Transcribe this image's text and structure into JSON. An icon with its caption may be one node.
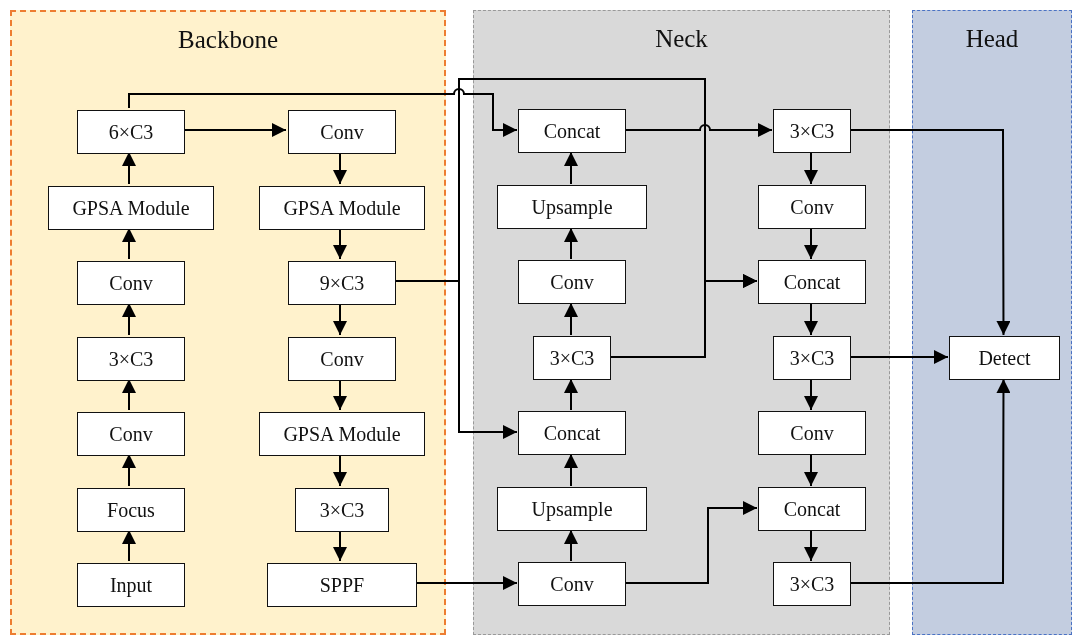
{
  "diagram": {
    "nodes": [
      {
        "text": [
          "Backbone"
        ]
      },
      {
        "text": [
          "Neck"
        ]
      },
      {
        "text": [
          "Head"
        ]
      },
      {
        "text": [
          "6×C3"
        ],
        "in": 0
      },
      {
        "text": [
          "Conv"
        ],
        "in": 0
      },
      {
        "text": [
          "Concat"
        ],
        "in": 1
      },
      {
        "text": [
          "3×C3"
        ],
        "in": 1
      },
      {
        "text": [
          "GPSA Module"
        ],
        "in": 0
      },
      {
        "text": [
          "GPSA Module"
        ],
        "in": 0
      },
      {
        "text": [
          "Upsample"
        ],
        "in": 1
      },
      {
        "text": [
          "Conv"
        ],
        "in": 1
      },
      {
        "text": [
          "Conv"
        ],
        "in": 0
      },
      {
        "text": [
          "9×C3"
        ],
        "in": 0
      },
      {
        "text": [
          "Conv"
        ],
        "in": 1
      },
      {
        "text": [
          "Concat"
        ],
        "in": 1
      },
      {
        "text": [
          "3×C3"
        ],
        "in": 0
      },
      {
        "text": [
          "Conv"
        ],
        "in": 0
      },
      {
        "text": [
          "3×C3"
        ],
        "in": 1
      },
      {
        "text": [
          "3×C3"
        ],
        "in": 1
      },
      {
        "text": [
          "Detect"
        ],
        "in": 2
      },
      {
        "text": [
          "Conv"
        ],
        "in": 0
      },
      {
        "text": [
          "GPSA Module"
        ],
        "in": 0
      },
      {
        "text": [
          "Concat"
        ],
        "in": 1
      },
      {
        "text": [
          "Conv"
        ],
        "in": 1
      },
      {
        "text": [
          "Focus"
        ],
        "in": 0
      },
      {
        "text": [
          "3×C3"
        ],
        "in": 0
      },
      {
        "text": [
          "Upsample"
        ],
        "in": 1
      },
      {
        "text": [
          "Concat"
        ],
        "in": 1
      },
      {
        "text": [
          "Input"
        ],
        "in": 0
      },
      {
        "text": [
          "SPPF"
        ],
        "in": 0
      },
      {
        "text": [
          "Conv"
        ],
        "in": 1
      },
      {
        "text": [
          "3×C3"
        ],
        "in": 1
      }
    ],
    "edges": [
      {
        "from": 28,
        "to": 24,
        "arrow": "to"
      },
      {
        "from": 24,
        "to": 20,
        "arrow": "to"
      },
      {
        "from": 20,
        "to": 15,
        "arrow": "to"
      },
      {
        "from": 15,
        "to": 11,
        "arrow": "to"
      },
      {
        "from": 11,
        "to": 7,
        "arrow": "to"
      },
      {
        "from": 7,
        "to": 3,
        "arrow": "to"
      },
      {
        "from": 3,
        "to": 4,
        "arrow": "to"
      },
      {
        "from": 4,
        "to": 8,
        "arrow": "to"
      },
      {
        "from": 8,
        "to": 12,
        "arrow": "to"
      },
      {
        "from": 12,
        "to": 16,
        "arrow": "to"
      },
      {
        "from": 16,
        "to": 21,
        "arrow": "to"
      },
      {
        "from": 21,
        "to": 25,
        "arrow": "to"
      },
      {
        "from": 25,
        "to": 29,
        "arrow": "to"
      },
      {
        "from": 29,
        "to": 30,
        "arrow": "to"
      },
      {
        "from": 30,
        "to": 26,
        "arrow": "to"
      },
      {
        "from": 26,
        "to": 22,
        "arrow": "to"
      },
      {
        "from": 22,
        "to": 17,
        "arrow": "to"
      },
      {
        "from": 17,
        "to": 13,
        "arrow": "to"
      },
      {
        "from": 13,
        "to": 9,
        "arrow": "to"
      },
      {
        "from": 9,
        "to": 5,
        "arrow": "to"
      },
      {
        "from": 3,
        "to": 5,
        "arrow": "to"
      },
      {
        "from": 12,
        "to": 22,
        "arrow": "to"
      },
      {
        "from": 12,
        "to": 14,
        "arrow": "to"
      },
      {
        "from": 17,
        "to": 14,
        "arrow": "to"
      },
      {
        "from": 5,
        "to": 6,
        "arrow": "to"
      },
      {
        "from": 6,
        "to": 10,
        "arrow": "to"
      },
      {
        "from": 10,
        "to": 14,
        "arrow": "to"
      },
      {
        "from": 14,
        "to": 18,
        "arrow": "to"
      },
      {
        "from": 18,
        "to": 23,
        "arrow": "to"
      },
      {
        "from": 23,
        "to": 27,
        "arrow": "to"
      },
      {
        "from": 30,
        "to": 27,
        "arrow": "to"
      },
      {
        "from": 27,
        "to": 31,
        "arrow": "to"
      },
      {
        "from": 6,
        "to": 19,
        "arrow": "to"
      },
      {
        "from": 18,
        "to": 19,
        "arrow": "to"
      },
      {
        "from": 31,
        "to": 19,
        "arrow": "to"
      }
    ]
  }
}
